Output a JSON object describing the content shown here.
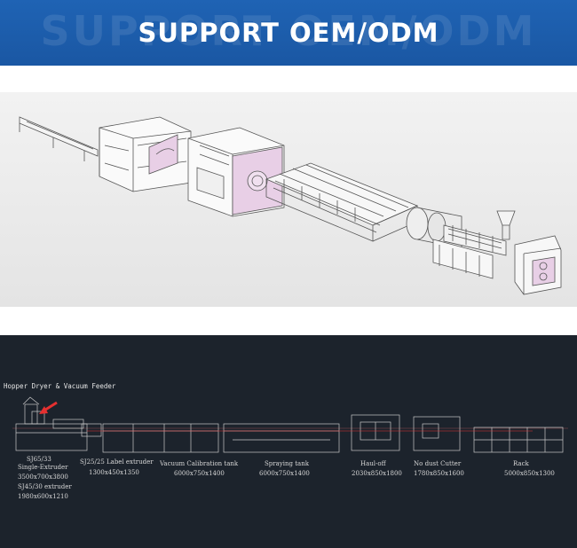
{
  "banner": {
    "title": "SUPPORT OEM/ODM",
    "background_color": "#1f63b4"
  },
  "cad": {
    "header": "Hopper Dryer & Vacuum Feeder",
    "machines": [
      {
        "name_lines": [
          "SJ65/33",
          "Single-Extruder"
        ],
        "dims": "3500x700x3800"
      },
      {
        "name_lines": [
          "SJ45/30  extruder"
        ],
        "dims": "1980x600x1210"
      },
      {
        "name_lines": [
          "SJ25/25 Label extruder"
        ],
        "dims": "1300x450x1350"
      },
      {
        "name_lines": [
          "Vacuum Calibration tank"
        ],
        "dims": "6000x750x1400"
      },
      {
        "name_lines": [
          "Spraying tank"
        ],
        "dims": "6000x750x1400"
      },
      {
        "name_lines": [
          "Haul-off"
        ],
        "dims": "2030x850x1800"
      },
      {
        "name_lines": [
          "No dust Cutter"
        ],
        "dims": "1780x850x1600"
      },
      {
        "name_lines": [
          "Rack"
        ],
        "dims": "5000x850x1300"
      }
    ],
    "colors": {
      "background": "#1c232c",
      "line": "#c8c8c8",
      "red": "#e53030"
    }
  },
  "render": {
    "accent_color": "#e8cfe6"
  }
}
